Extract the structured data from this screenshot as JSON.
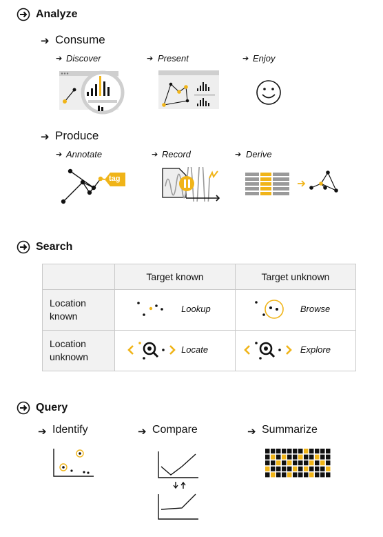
{
  "analyze": {
    "title": "Analyze",
    "consume": {
      "title": "Consume",
      "items": [
        "Discover",
        "Present",
        "Enjoy"
      ]
    },
    "produce": {
      "title": "Produce",
      "items": [
        "Annotate",
        "Record",
        "Derive"
      ],
      "tag_label": "tag"
    }
  },
  "search": {
    "title": "Search",
    "col_headers": [
      "Target known",
      "Target unknown"
    ],
    "row_headers": [
      "Location\nknown",
      "Location\nunknown"
    ],
    "cells": [
      [
        "Lookup",
        "Browse"
      ],
      [
        "Locate",
        "Explore"
      ]
    ]
  },
  "query": {
    "title": "Query",
    "items": [
      "Identify",
      "Compare",
      "Summarize"
    ]
  },
  "colors": {
    "accent": "#f0b418",
    "dark": "#111111",
    "gray": "#8c8c8c",
    "light_gray": "#d9d9d9"
  }
}
